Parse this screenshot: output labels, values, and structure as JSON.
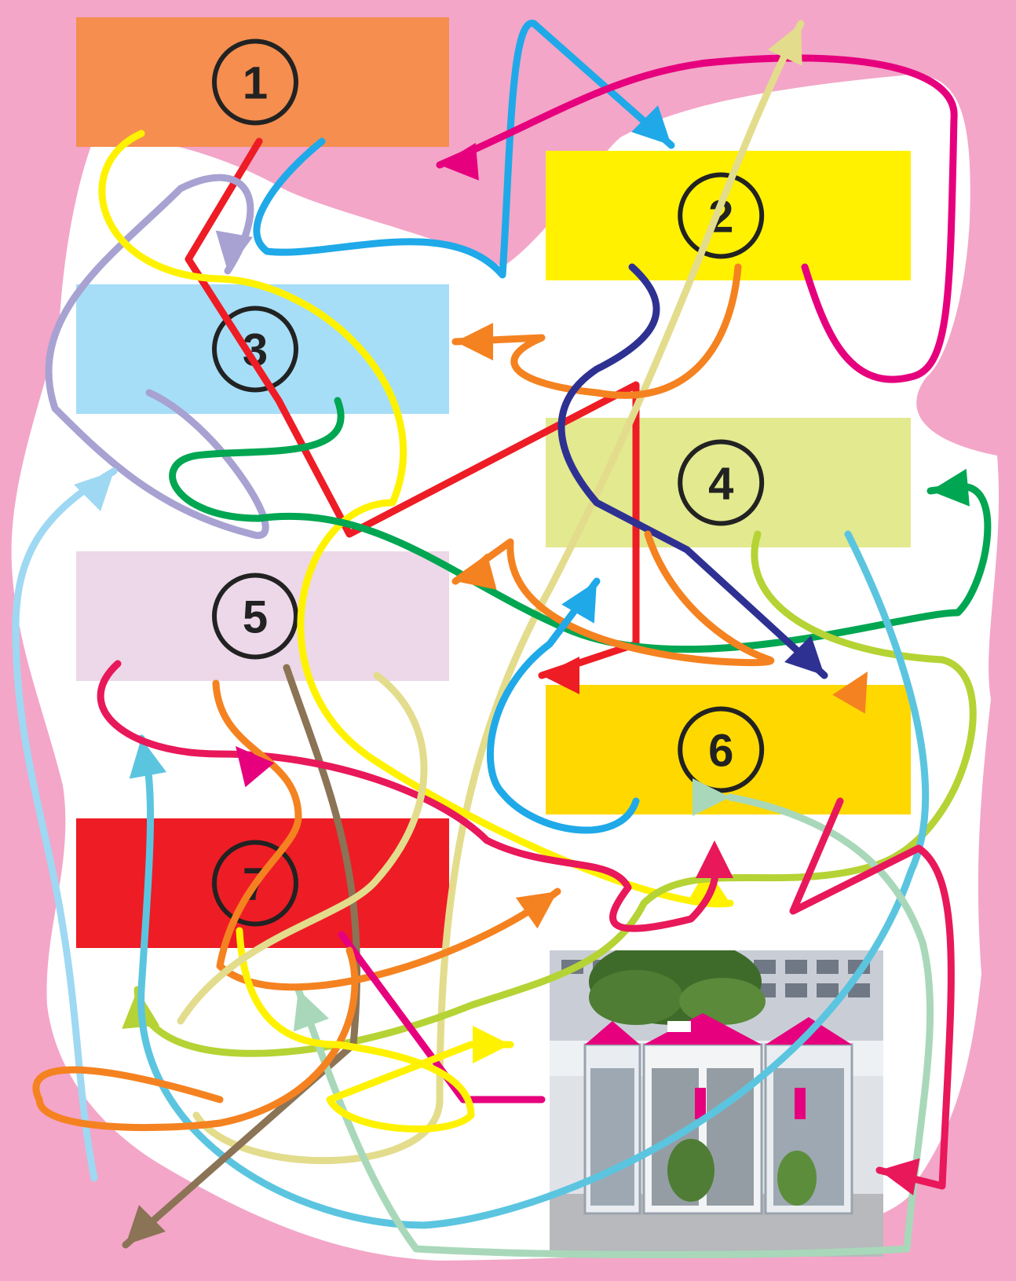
{
  "background_color": "#f3a6c8",
  "blob_color": "#ffffff",
  "boxes": [
    {
      "id": "box-1",
      "label": "1",
      "color": "#f58e4f"
    },
    {
      "id": "box-2",
      "label": "2",
      "color": "#fff100"
    },
    {
      "id": "box-3",
      "label": "3",
      "color": "#a6def7"
    },
    {
      "id": "box-4",
      "label": "4",
      "color": "#e3e98f"
    },
    {
      "id": "box-5",
      "label": "5",
      "color": "#ecd8e8"
    },
    {
      "id": "box-6",
      "label": "6",
      "color": "#ffd800"
    },
    {
      "id": "box-7",
      "label": "7",
      "color": "#ee1c25"
    }
  ],
  "photo": {
    "subject": "telephone-booths",
    "accent": "#e6007e"
  },
  "arrow_colors": {
    "red": "#ee1c25",
    "blue": "#1fa9e8",
    "magenta": "#e6007e",
    "khaki": "#e3dc8c",
    "orange": "#f58220",
    "purple": "#a7a2d1",
    "yellow": "#fff200",
    "green": "#00a651",
    "navy": "#2e3192",
    "lime": "#b5d334",
    "cyan": "#5bc5e0",
    "brown": "#8b7355",
    "mint": "#a8d8b9",
    "light_blue": "#9fd8f2",
    "dark_red": "#e8185a"
  }
}
